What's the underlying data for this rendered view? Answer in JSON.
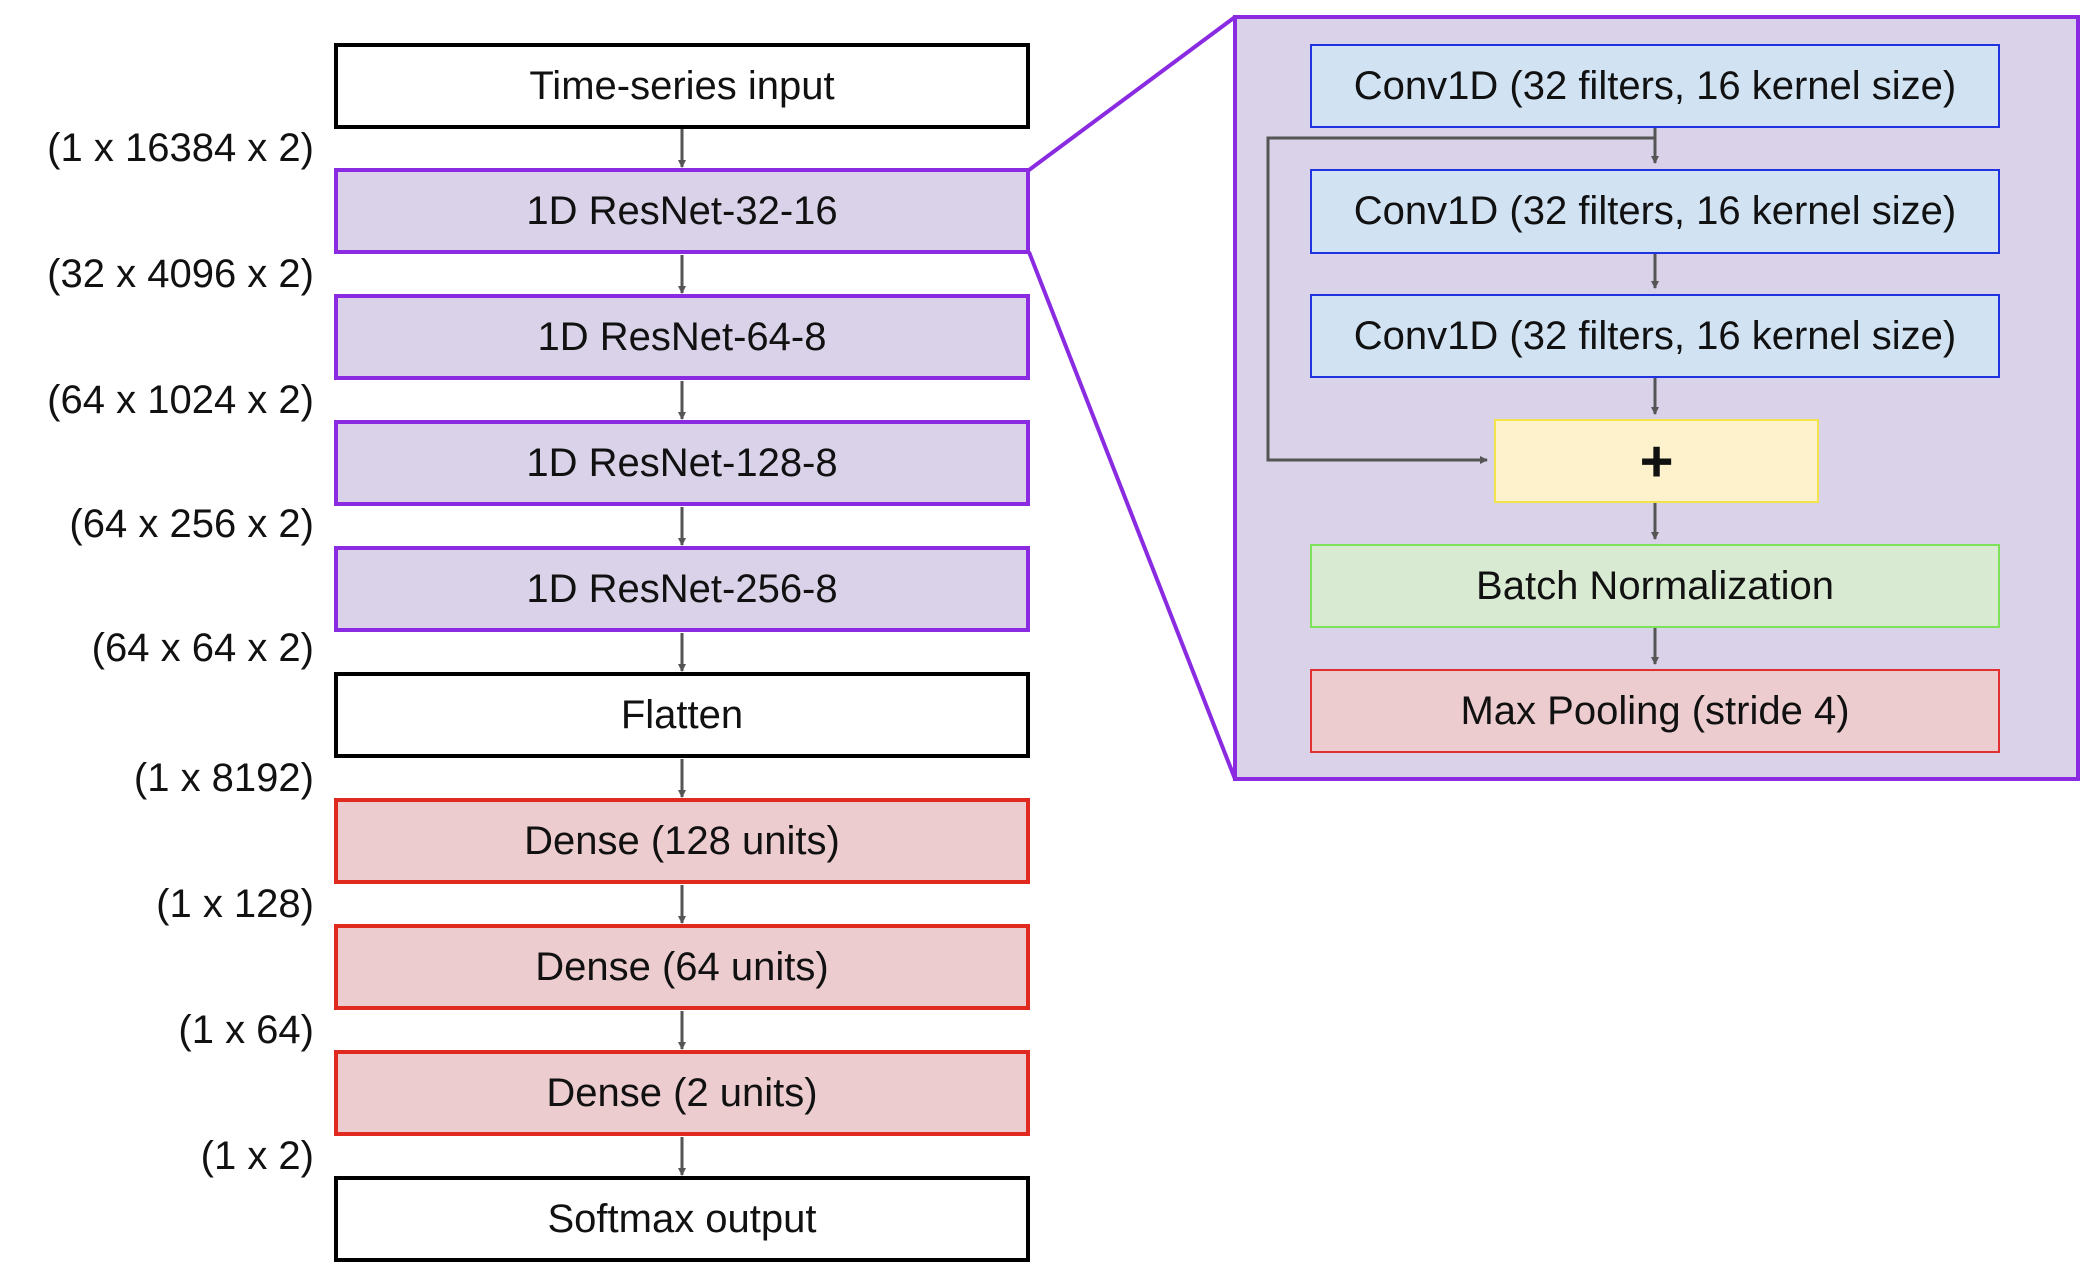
{
  "main_column": {
    "blocks": [
      "Time-series input",
      "1D ResNet-32-16",
      "1D ResNet-64-8",
      "1D ResNet-128-8",
      "1D ResNet-256-8",
      "Flatten",
      "Dense (128 units)",
      "Dense (64 units)",
      "Dense (2 units)",
      "Softmax output"
    ],
    "shapes": [
      "(1 x 16384 x 2)",
      "(32 x 4096 x 2)",
      "(64 x 1024 x 2)",
      "(64 x 256 x 2)",
      "(64 x 64 x 2)",
      "(1 x 8192)",
      "(1 x 128)",
      "(1 x 64)",
      "(1 x 2)"
    ]
  },
  "resnet_block": {
    "conv_layers": [
      "Conv1D (32 filters, 16 kernel size)",
      "Conv1D (32 filters, 16 kernel size)",
      "Conv1D (32 filters, 16 kernel size)"
    ],
    "add_symbol": "+",
    "batch_norm": "Batch Normalization",
    "max_pool": "Max Pooling (stride 4)"
  },
  "colors": {
    "arrow": "#555555",
    "resnet_border": "#8a2be2",
    "resnet_fill": "#d9d2e9",
    "dense_border": "#e02a1f",
    "dense_fill": "#eccccf",
    "conv_border": "#1f33e0",
    "conv_fill": "#d1e2f3",
    "add_fill": "#fdf2cc",
    "bn_fill": "#d9ead3",
    "pool_fill": "#eccccf"
  }
}
